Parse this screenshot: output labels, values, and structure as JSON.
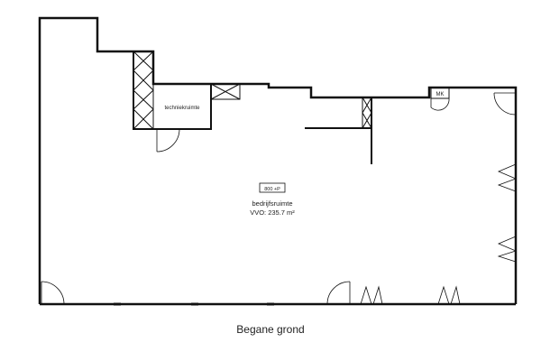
{
  "plan": {
    "room_main": {
      "tag": "800 +P",
      "name": "bedrijfsruimte",
      "area": "VVO: 235.7 m²"
    },
    "room_tech": {
      "name": "techniekruimte"
    },
    "meter_box": {
      "label": "MK"
    },
    "caption": "Begane grond"
  }
}
